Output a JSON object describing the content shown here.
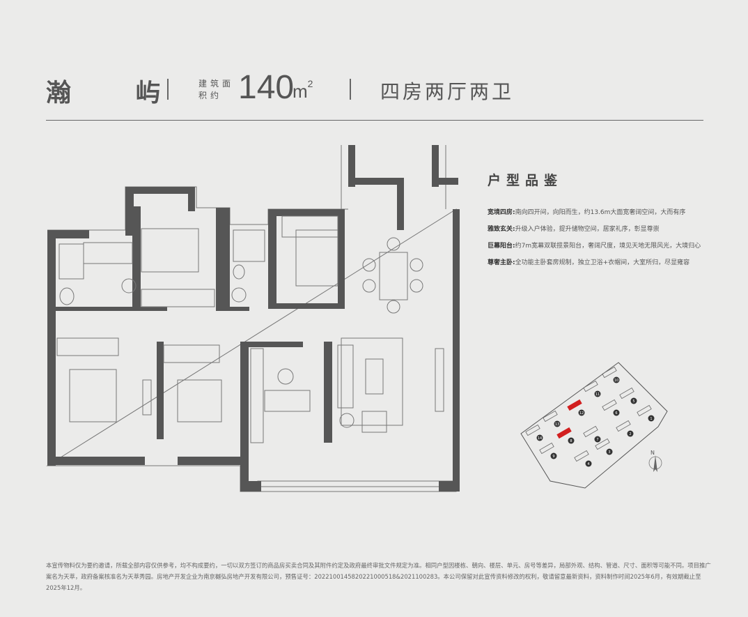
{
  "header": {
    "name": "瀚 屿",
    "area_label": "建筑面积约",
    "area_value": "140",
    "area_unit": "m",
    "area_unit_sup": "2",
    "layout_type": "四房两厅两卫"
  },
  "features": {
    "title": "户型品鉴",
    "items": [
      {
        "label": "宽境四房:",
        "text": "南向四开间，向阳而生，约13.6m大面宽奢阔空间，大而有序"
      },
      {
        "label": "雅致玄关:",
        "text": "升级入户体验，提升储物空间，居家礼序，彰显尊崇"
      },
      {
        "label": "巨幕阳台:",
        "text": "约7m宽幕双联揽景阳台，奢阔尺度，境见天地无限风光，大境归心"
      },
      {
        "label": "尊奢主卧:",
        "text": "全功能主卧套房规制，独立卫浴+衣帽间，大室所归，尽显雍容"
      }
    ]
  },
  "site_map": {
    "buildings": [
      "10",
      "11",
      "5",
      "12",
      "6",
      "1",
      "13",
      "2",
      "14",
      "8",
      "7",
      "3",
      "9",
      "4"
    ],
    "highlighted": [
      "12",
      "8"
    ],
    "highlight_color": "#d21f1f",
    "north_label": "N"
  },
  "disclaimer": "本宣传物料仅为要约邀请，所载全部内容仅供参考，均不构成要约，一切以双方签订的商品房买卖合同及其附件约定及政府最终审批文件规定为准。相同户型因楼栋、朝向、楼层、单元、房号等差异，局部外观、结构、管道、尺寸、面积等可能不同。项目推广案名为天萃，政府备案核准名为天萃秀园。房地产开发企业为南京樾弘房地产开发有限公司，预售证号：2022100145820221000518&2021100283。本公司保留对此宣传资料修改的权利，敬请留意最新资料，资料制作时间2025年6月，有效期截止至2025年12月。"
}
